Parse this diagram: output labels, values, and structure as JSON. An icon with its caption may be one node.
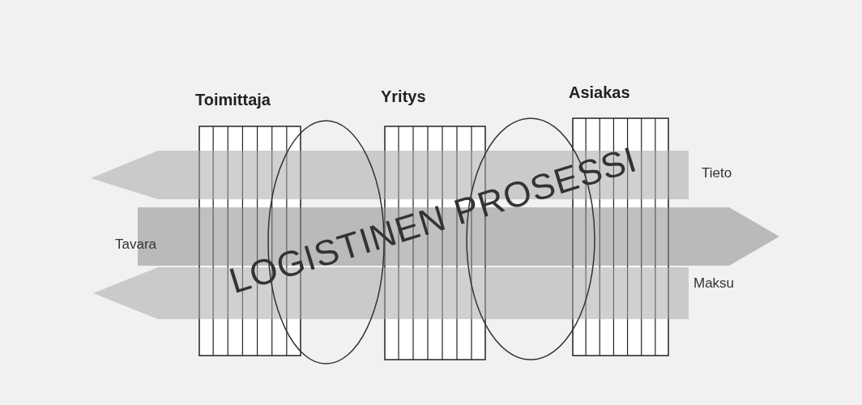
{
  "diagram": {
    "nodes": [
      {
        "text": [
          "Toimittaja"
        ]
      },
      {
        "text": [],
        "shape": "ellipse"
      },
      {
        "text": [
          "Yritys"
        ]
      },
      {
        "text": [],
        "shape": "ellipse"
      },
      {
        "text": [
          "Asiakas"
        ]
      }
    ],
    "edges": [],
    "labels": [
      "Tieto",
      "Tavara",
      "Maksu",
      "LOGISTINEN PROSESSI"
    ]
  }
}
